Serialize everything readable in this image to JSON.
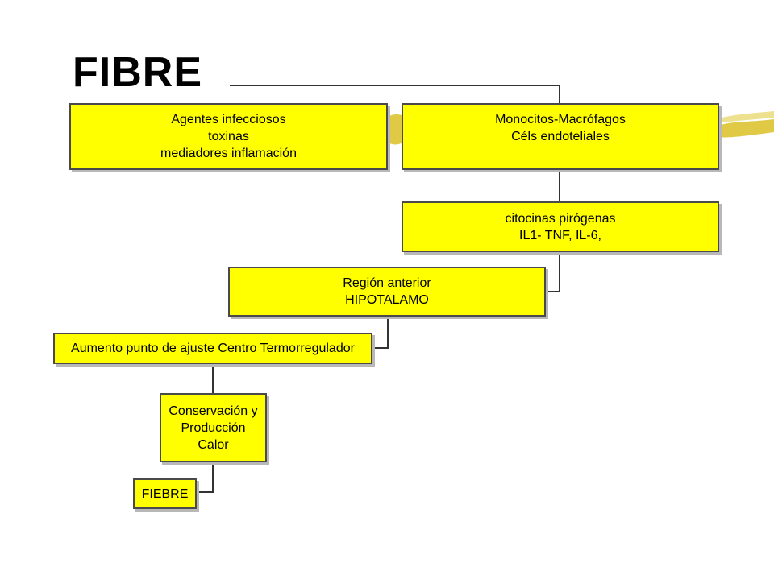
{
  "title": "FIBRE",
  "colors": {
    "box_fill": "#ffff00",
    "box_border": "#4a4a4a",
    "connector": "#333333",
    "brush_stroke": "#ddc431"
  },
  "boxes": {
    "agentes": {
      "lines": [
        "Agentes infecciosos",
        "toxinas",
        "mediadores inflamación"
      ]
    },
    "monocitos": {
      "lines": [
        "Monocitos-Macrófagos",
        "Céls endoteliales"
      ]
    },
    "citocinas": {
      "lines": [
        "citocinas pirógenas",
        "IL1- TNF, IL-6,"
      ]
    },
    "region": {
      "lines": [
        "Región anterior",
        "HIPOTALAMO"
      ]
    },
    "aumento": {
      "lines": [
        "Aumento punto de ajuste Centro Termorregulador"
      ]
    },
    "conservacion": {
      "lines": [
        "Conservación y",
        "Producción",
        "Calor"
      ]
    },
    "fiebre": {
      "lines": [
        "FIEBRE"
      ]
    }
  }
}
